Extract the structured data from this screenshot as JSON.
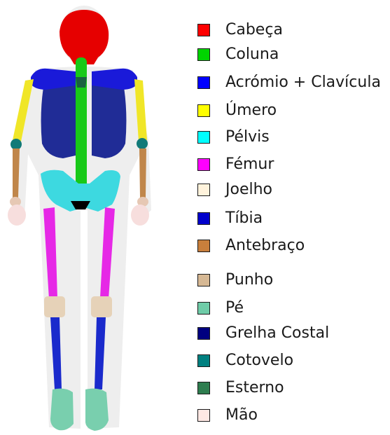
{
  "legend": {
    "items": [
      {
        "label": "Cabeça",
        "color": "#ff0000"
      },
      {
        "label": "Coluna",
        "color": "#00d400"
      },
      {
        "label": "Acrómio + Clavícula",
        "color": "#0000ff"
      },
      {
        "label": "Úmero",
        "color": "#ffff00"
      },
      {
        "label": "Pélvis",
        "color": "#00ffff"
      },
      {
        "label": "Fémur",
        "color": "#ff00ff"
      },
      {
        "label": "Joelho",
        "color": "#fff3dc"
      },
      {
        "label": "Tíbia",
        "color": "#0000cc"
      },
      {
        "label": "Antebraço",
        "color": "#c87f3c"
      },
      {
        "label": "Punho",
        "color": "#d6b894"
      },
      {
        "label": "Pé",
        "color": "#6fcca8"
      },
      {
        "label": "Grelha Costal",
        "color": "#000080"
      },
      {
        "label": "Cotovelo",
        "color": "#008080"
      },
      {
        "label": "Esterno",
        "color": "#2e7d4f"
      },
      {
        "label": "Mão",
        "color": "#ffe8e4"
      }
    ]
  },
  "figure": {
    "colors": {
      "head": "#e60000",
      "spine": "#18c918",
      "shoulder": "#1a1ad9",
      "humerus": "#f0e628",
      "pelvis": "#3dd9e0",
      "femur": "#e628e6",
      "knee": "#e6d2b8",
      "tibia": "#1a2acc",
      "forearm": "#c0864a",
      "wrist": "#e6c8b4",
      "foot": "#79cfae",
      "ribcage": "#202c96",
      "elbow": "#127a78",
      "sternum": "#1a6040",
      "hand": "#f7dedd",
      "body_shadow": "#e9e9e9"
    }
  }
}
